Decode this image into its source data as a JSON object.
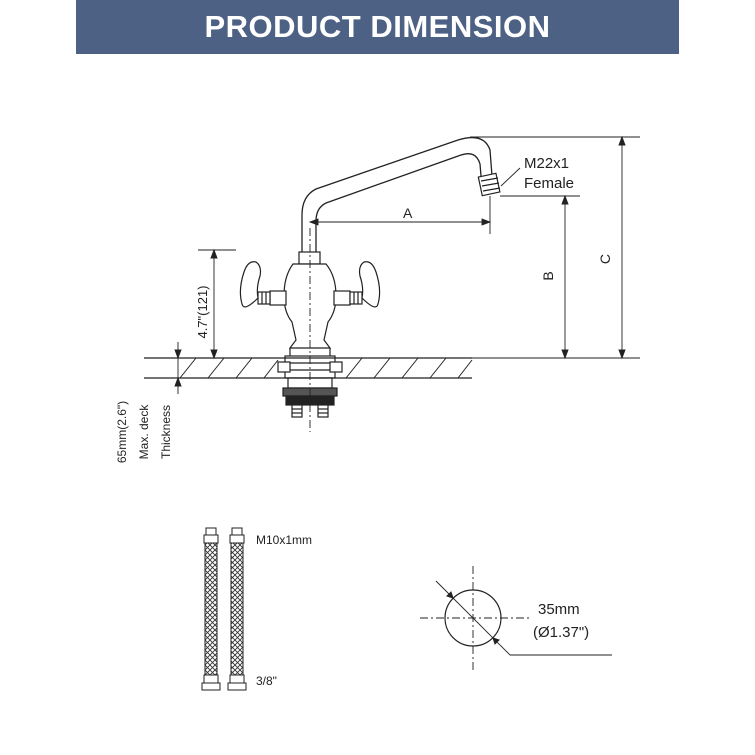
{
  "header": {
    "title": "PRODUCT DIMENSION",
    "background_color": "#4d6185",
    "text_color": "#ffffff"
  },
  "faucet": {
    "outlet_thread": "M22x1",
    "outlet_thread_type": "Female",
    "dim_a": "A",
    "dim_b": "B",
    "dim_c": "C",
    "handle_height": "4.7\"(121)",
    "deck_thickness_value": "65mm(2.6\")",
    "deck_thickness_label": "Max. deck",
    "deck_thickness_label2": "Thickness"
  },
  "hoses": {
    "top_thread": "M10x1mm",
    "bottom_thread": "3/8\""
  },
  "mounting_hole": {
    "diameter_mm": "35mm",
    "diameter_in": "(Ø1.37\")"
  }
}
